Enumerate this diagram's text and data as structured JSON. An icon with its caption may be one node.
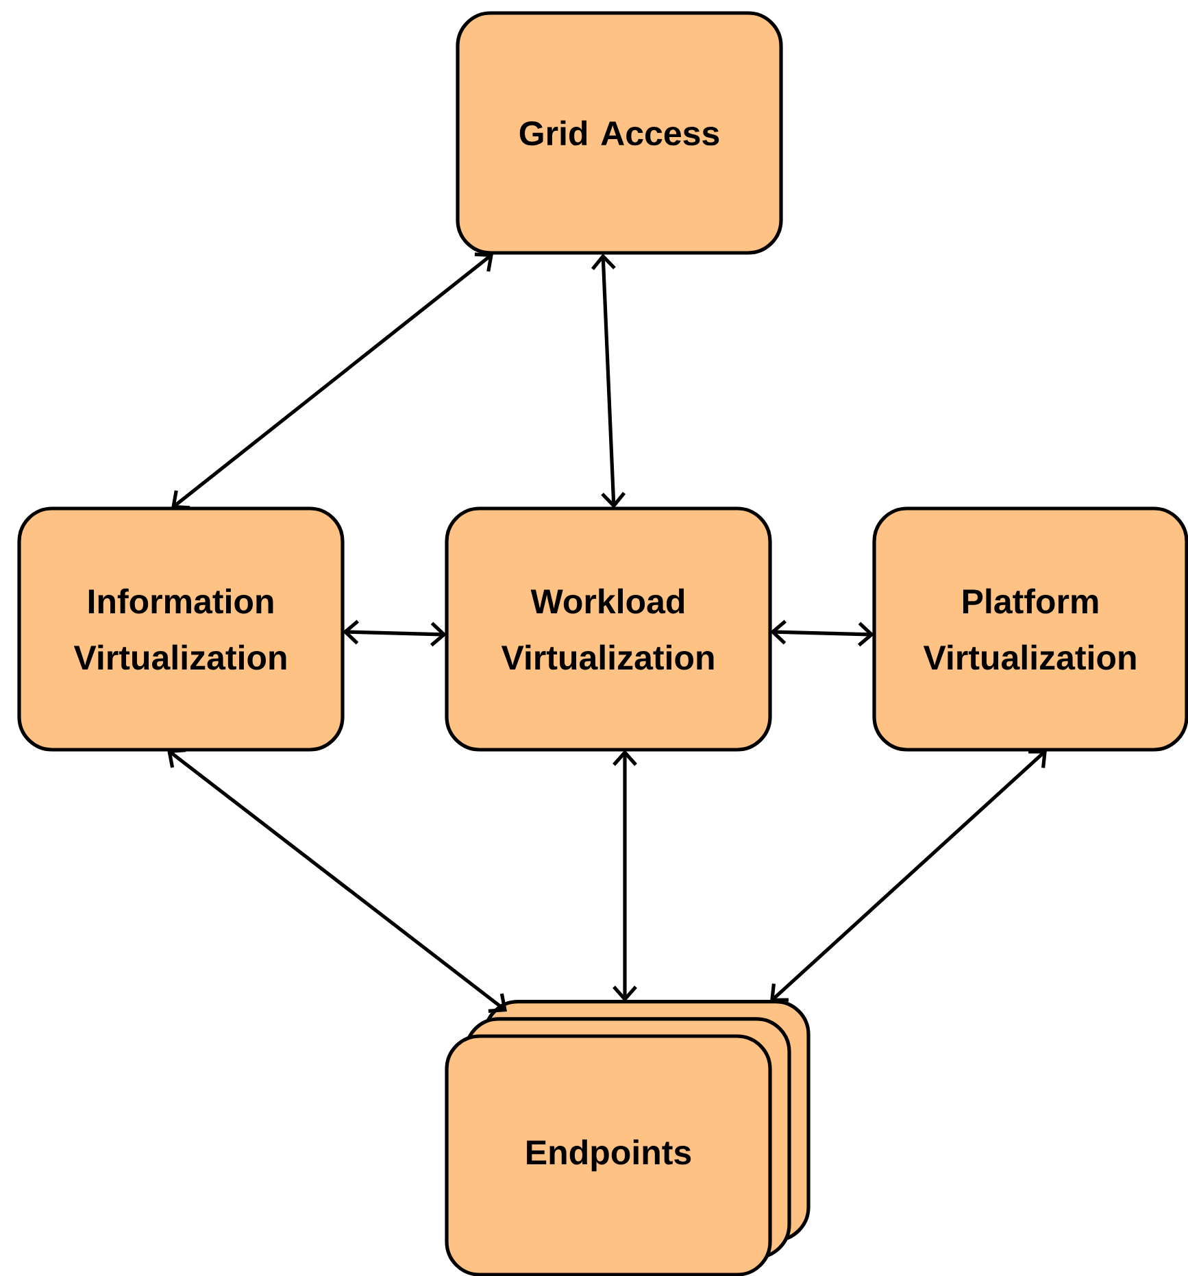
{
  "diagram": {
    "nodes": [
      {
        "text": [
          "Grid Access"
        ]
      },
      {
        "text": [
          "Information Virtualization"
        ]
      },
      {
        "text": [
          "Workload Virtualization"
        ]
      },
      {
        "text": [
          "Platform Virtualization"
        ]
      },
      {
        "text": [
          "Endpoints"
        ]
      }
    ],
    "edges": [
      {
        "from": 1,
        "to": 0,
        "arrow": "both"
      },
      {
        "from": 0,
        "to": 2,
        "arrow": "both"
      },
      {
        "from": 1,
        "to": 2,
        "arrow": "both"
      },
      {
        "from": 2,
        "to": 3,
        "arrow": "both"
      },
      {
        "from": 1,
        "to": 4,
        "arrow": "both"
      },
      {
        "from": 2,
        "to": 4,
        "arrow": "both"
      },
      {
        "from": 3,
        "to": 4,
        "arrow": "both"
      }
    ]
  }
}
